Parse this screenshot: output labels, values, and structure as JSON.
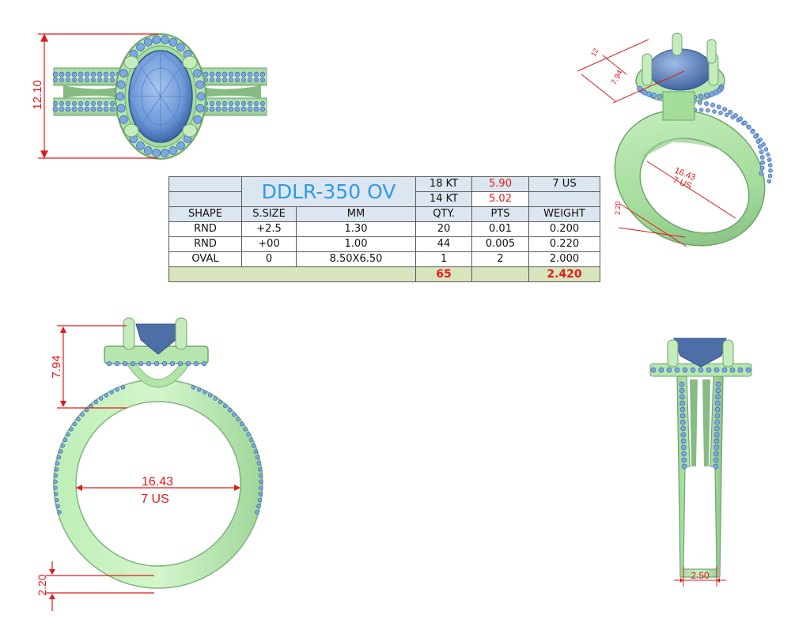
{
  "colors": {
    "metal": "#b6e6ae",
    "metal_dark": "#7db47c",
    "stone": "#7da8e2",
    "stone_dark": "#3d66a8",
    "dimension": "#e01a1a",
    "title": "#2d9be6",
    "header_fill": "#dce6f1",
    "total_fill": "#d8e4bc"
  },
  "table": {
    "model": "DDLR-350 OV",
    "size_label": "7 US",
    "metals": [
      {
        "karat": "18 KT",
        "weight": "5.90"
      },
      {
        "karat": "14 KT",
        "weight": "5.02"
      }
    ],
    "headers": [
      "SHAPE",
      "S.SIZE",
      "MM",
      "QTY.",
      "PTS",
      "WEIGHT"
    ],
    "rows": [
      [
        "RND",
        "+2.5",
        "1.30",
        "20",
        "0.01",
        "0.200"
      ],
      [
        "RND",
        "+00",
        "1.00",
        "44",
        "0.005",
        "0.220"
      ],
      [
        "OVAL",
        "0",
        "8.50X6.50",
        "1",
        "2",
        "2.000"
      ]
    ],
    "totals": {
      "qty": "65",
      "weight": "2.420"
    }
  },
  "dimensions": {
    "top_height": "12.10",
    "setting_height": "7.94",
    "diameter": "16.43",
    "ring_size": "7 US",
    "band_thickness": "2.20",
    "band_width": "2.50",
    "perspective_small": "12"
  }
}
